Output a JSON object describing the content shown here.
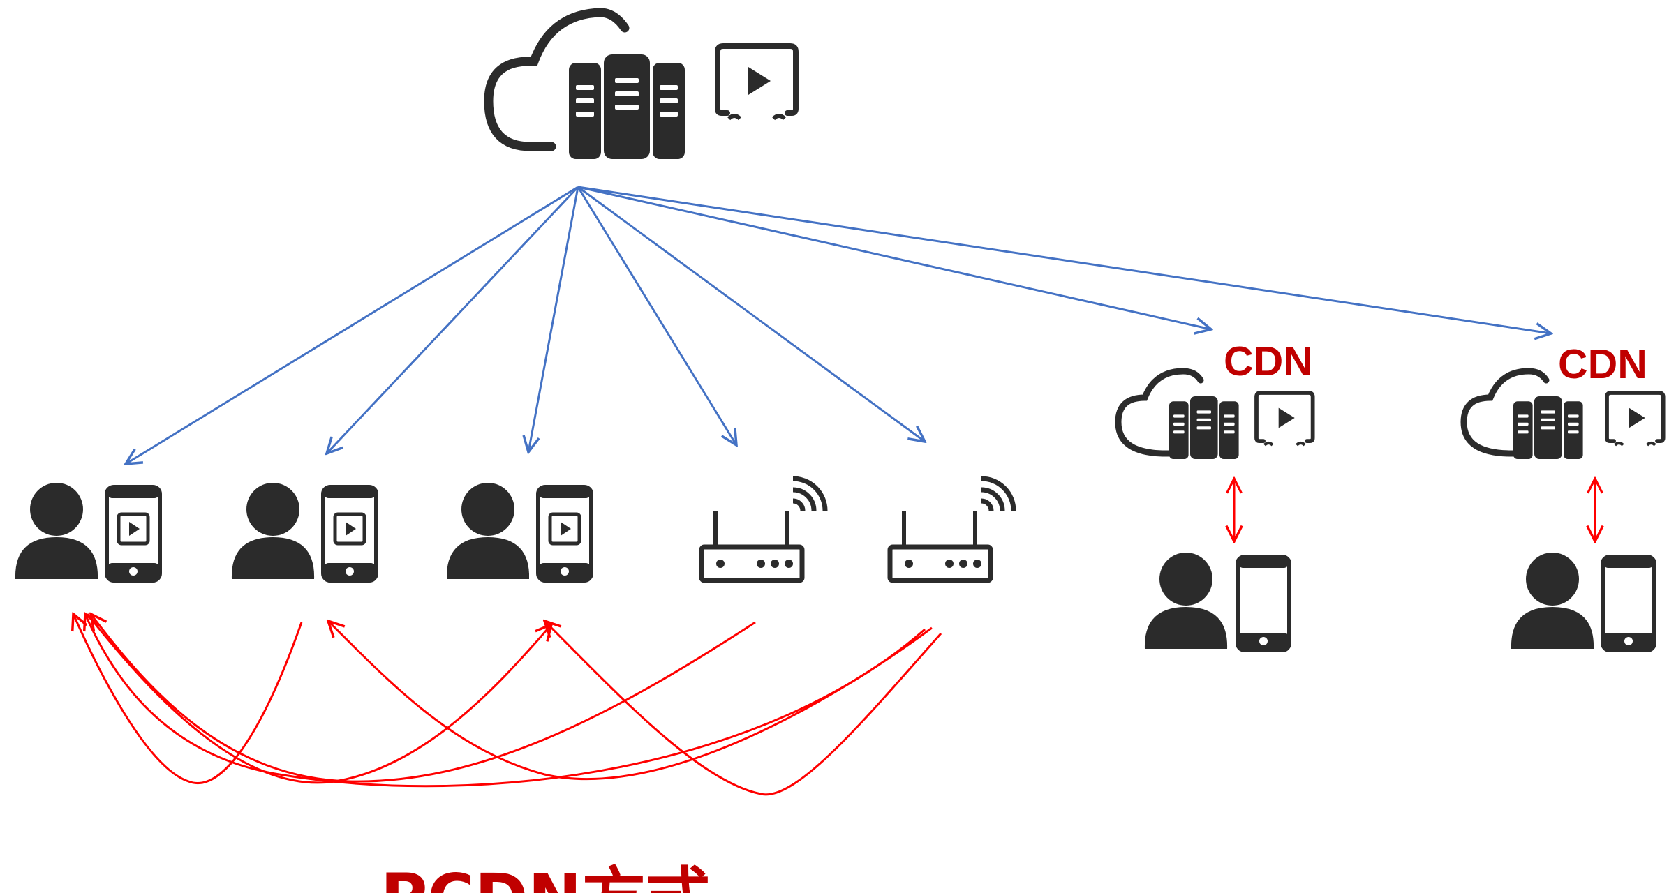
{
  "labels": {
    "cdn_1": "CDN",
    "cdn_2": "CDN",
    "title": "PCDN方式"
  },
  "colors": {
    "icon": "#2b2b2b",
    "distribution_arrow": "#4472c4",
    "p2p_arrow": "#ff0000",
    "label": "#c00000"
  },
  "icons": {
    "origin": [
      "cloud-outline-icon",
      "server-rack-icon",
      "video-play-icon"
    ],
    "endpoints": [
      "user-icon",
      "phone-video-icon",
      "wifi-router-icon"
    ],
    "cdn_edge": [
      "cloud-outline-icon",
      "server-rack-icon",
      "video-play-icon",
      "user-icon",
      "phone-icon"
    ]
  }
}
